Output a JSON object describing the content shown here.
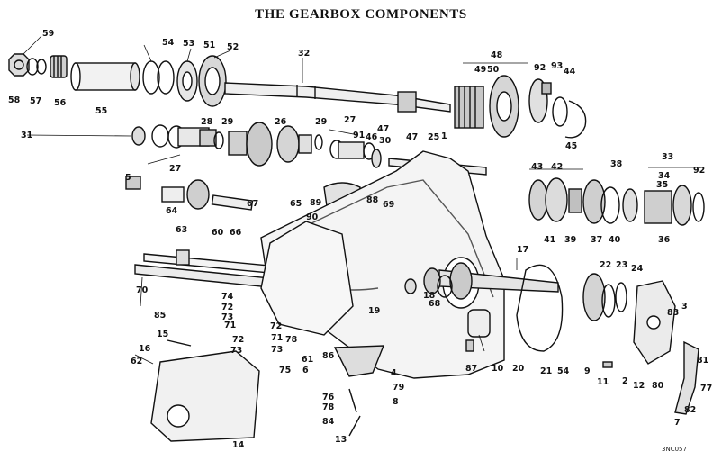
{
  "title": "THE GEARBOX COMPONENTS",
  "ref_code": "3NC057",
  "labels": [
    "59",
    "54",
    "53",
    "51",
    "52",
    "32",
    "48",
    "49",
    "50",
    "92",
    "93",
    "44",
    "58",
    "57",
    "56",
    "55",
    "31",
    "27",
    "28",
    "29",
    "26",
    "29",
    "27",
    "91",
    "47",
    "46",
    "47",
    "30",
    "25",
    "1",
    "45",
    "43",
    "42",
    "38",
    "33",
    "34",
    "35",
    "92",
    "5",
    "64",
    "63",
    "60",
    "66",
    "67",
    "65",
    "89",
    "90",
    "88",
    "69",
    "17",
    "41",
    "39",
    "37",
    "40",
    "36",
    "22",
    "23",
    "24",
    "74",
    "72",
    "73",
    "71",
    "72",
    "73",
    "72",
    "71",
    "73",
    "78",
    "19",
    "18",
    "68",
    "70",
    "85",
    "83",
    "3",
    "15",
    "16",
    "62",
    "61",
    "6",
    "75",
    "86",
    "4",
    "87",
    "10",
    "20",
    "21",
    "54",
    "9",
    "2",
    "11",
    "12",
    "80",
    "81",
    "77",
    "76",
    "78",
    "79",
    "8",
    "84",
    "82",
    "7",
    "13",
    "14"
  ],
  "colors": {
    "ink": "#111111",
    "paper": "#ffffff",
    "hatch": "#555555"
  }
}
